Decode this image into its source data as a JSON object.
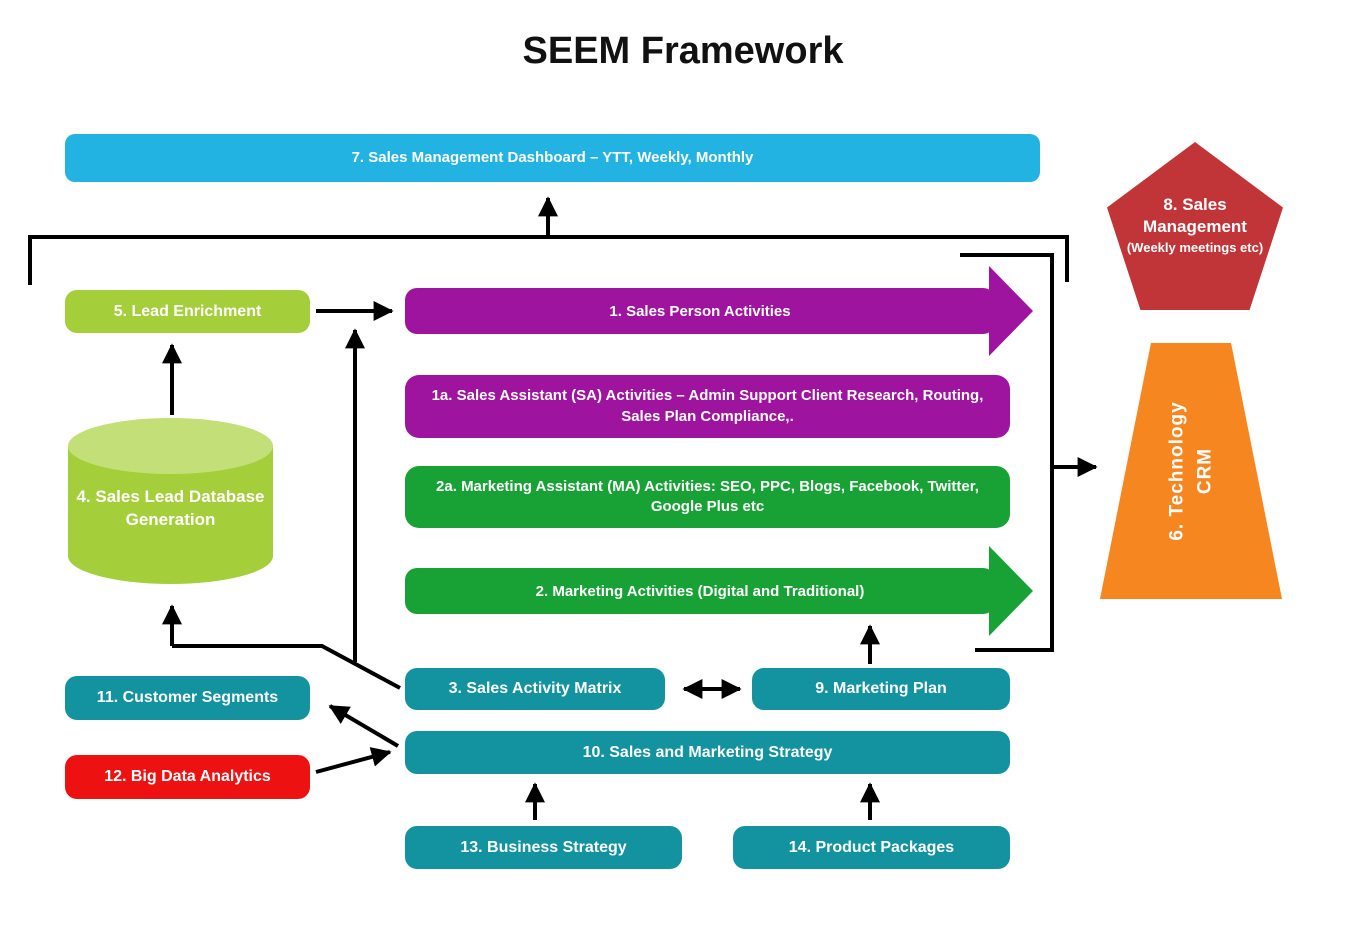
{
  "title": "SEEM Framework",
  "colors": {
    "cyan": "#22b3e2",
    "teal": "#13929f",
    "green": "#18a236",
    "purple": "#9e149e",
    "lime": "#a4ce3a",
    "lime_light": "#c2e077",
    "red_pentagon": "#c13538",
    "red_box": "#ee1111",
    "orange": "#f68620",
    "connector": "#000000",
    "text_on_shapes": "#ffffff"
  },
  "nodes": {
    "dashboard": {
      "label": "7. Sales Management Dashboard – YTT, Weekly, Monthly"
    },
    "sales_management": {
      "label": "8. Sales Management",
      "sub": "(Weekly meetings etc)"
    },
    "lead_enrichment": {
      "label": "5. Lead Enrichment"
    },
    "lead_database": {
      "label": "4. Sales Lead Database Generation"
    },
    "sales_person": {
      "label": "1. Sales Person Activities"
    },
    "sales_assistant": {
      "label": "1a. Sales Assistant (SA) Activities – Admin Support Client Research, Routing, Sales Plan Compliance,."
    },
    "marketing_assistant": {
      "label": "2a. Marketing Assistant (MA) Activities: SEO, PPC, Blogs, Facebook, Twitter, Google Plus etc"
    },
    "marketing_activities": {
      "label": "2. Marketing Activities (Digital and Traditional)"
    },
    "technology": {
      "label": "6. Technology",
      "sub": "CRM"
    },
    "sales_activity_matrix": {
      "label": "3. Sales Activity Matrix"
    },
    "marketing_plan": {
      "label": "9. Marketing Plan"
    },
    "strategy": {
      "label": "10. Sales and Marketing Strategy"
    },
    "customer_segments": {
      "label": "11. Customer Segments"
    },
    "big_data": {
      "label": "12. Big Data Analytics"
    },
    "business_strategy": {
      "label": "13. Business Strategy"
    },
    "product_packages": {
      "label": "14. Product Packages"
    }
  }
}
